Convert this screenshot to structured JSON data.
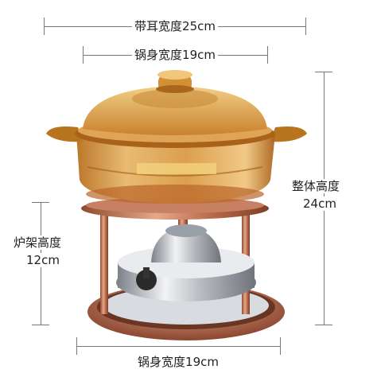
{
  "dimensions": {
    "top_width_with_handles": "带耳宽度25cm",
    "pot_width_top": "锅身宽度19cm",
    "pot_width_bottom": "锅身宽度19cm",
    "overall_height_label": "整体高度",
    "overall_height_value": "24cm",
    "stand_height_label": "炉架高度",
    "stand_height_value": "12cm"
  },
  "product": {
    "description_icon": "amber-glass-chafing-pot-with-rose-gold-stand-and-burner",
    "colors": {
      "amber_glass": "#d9a04a",
      "amber_dark": "#b9741f",
      "rose_gold": "#b46a4a",
      "rose_gold_light": "#e3a487",
      "steel": "#c9ccd1"
    }
  }
}
